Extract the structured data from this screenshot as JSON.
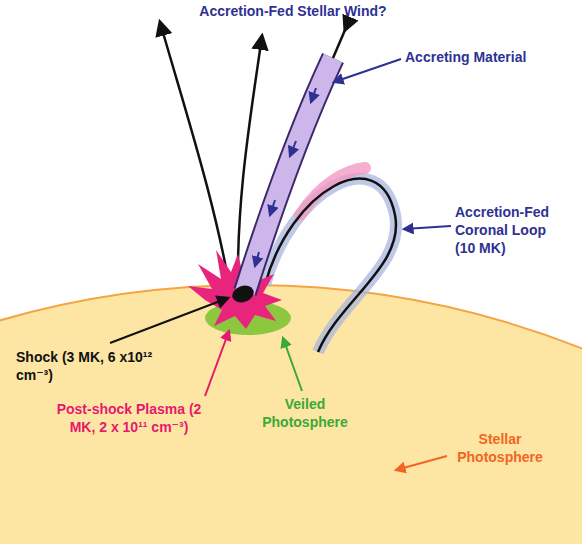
{
  "diagram": {
    "labels": [
      "Accretion-Fed Stellar Wind?",
      "Accreting Material",
      "Accretion-Fed Coronal Loop (10 MK)",
      "Shock (3 MK, 6 x10¹² cm⁻³)",
      "Post-shock Plasma (2 MK, 2 x 10¹¹ cm⁻³)",
      "Veiled Photosphere",
      "Stellar Photosphere"
    ]
  }
}
